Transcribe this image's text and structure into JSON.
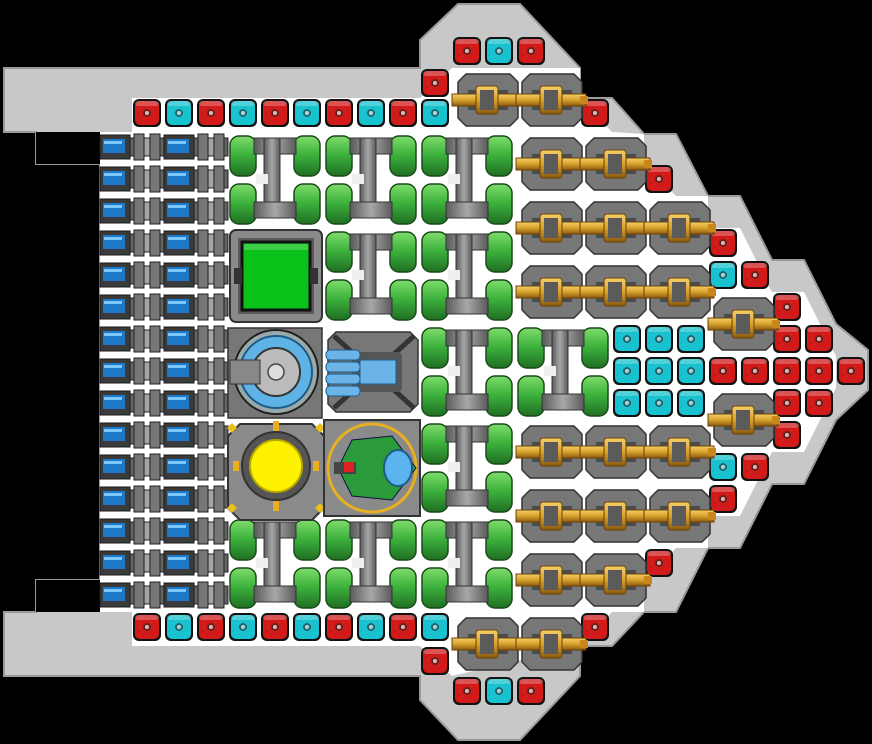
{
  "scene": {
    "type": "ship-builder-grid",
    "colors": {
      "background": "#000000",
      "hull": "#c8c8c8",
      "hull_dark": "#9a9a9a",
      "floor": "#ffffff",
      "armor_red": "#d11a1a",
      "armor_cyan": "#19c2cf",
      "fuel_green": "#3fb43f",
      "battery_blue": "#1e78c8",
      "cannon_gold": "#d9a22a",
      "reactor_yellow": "#fff200",
      "cargo_green": "#0ac21a"
    },
    "modules": [
      {
        "name": "command-module",
        "icon": "command-cockpit-icon"
      },
      {
        "name": "reactor-core",
        "icon": "reactor-icon"
      },
      {
        "name": "cargo-hold",
        "icon": "cargo-icon"
      },
      {
        "name": "sensor-dish",
        "icon": "sensor-dish-icon"
      },
      {
        "name": "thruster-engine",
        "icon": "engine-icon"
      }
    ]
  }
}
